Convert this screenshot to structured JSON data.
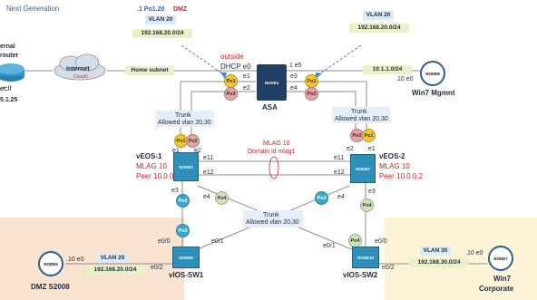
{
  "header": {
    "title": "Next Generation"
  },
  "top_labels": {
    "po": ".1 Po1.20",
    "dmz": "DMZ",
    "vlan20_left": "VLAN 20",
    "subnet_left": "192.168.20.0/24",
    "vlan20_right": "VLAN 20",
    "subnet_right": "192.168.20.0/24"
  },
  "router": {
    "line1": "ernal",
    "line2": "router",
    "line3": "et://",
    "line4": "5.1.25"
  },
  "internet": {
    "name": "Internet",
    "sub": "Cloud0",
    "link": "Home subnet"
  },
  "asa": {
    "name": "ASA",
    "node": "NODE1",
    "outside": "outside",
    "dhcp": "DHCP e0",
    "e1": "e1",
    "e2": "e2",
    "e3": "e3",
    "e4": "e4",
    "e5": ".1 e5"
  },
  "mgmt": {
    "subnet": "10.1.1.0/24",
    "ip": ".10 e0",
    "node": "NODE8",
    "name": "Win7 Mgmnt"
  },
  "ports": {
    "po1": "Po1",
    "po2": "Po2",
    "po3": "Po3",
    "po4": "Po4"
  },
  "trunk_left": {
    "title": "Trunk",
    "vlan": "Allowed vlan 20,30"
  },
  "trunk_right": {
    "title": "Trunk",
    "vlan": "Allowed vlan 20,30"
  },
  "trunk_bottom": {
    "title": "Trunk",
    "vlan": "Allowed vlan 20,30"
  },
  "veos1": {
    "name": "vEOS-1",
    "mlag": "MLAG 10",
    "peer": "Peer 10.0.0.1",
    "node": "NODE3",
    "e1": "e1",
    "e2": "e2",
    "e3": "e3",
    "e4": "e4",
    "e11": "e11",
    "e12": "e12"
  },
  "veos2": {
    "name": "vEOS-2",
    "mlag": "MLAG 10",
    "peer": "Peer 10.0.0.2",
    "node": "NODE2",
    "e1": "e1",
    "e2": "e2",
    "e3": "e3",
    "e4": "e4",
    "e11": "e11",
    "e12": "e12"
  },
  "mlag_mid": {
    "title": "MLAG 10",
    "domain": "Domain id mlag1"
  },
  "sw1": {
    "name": "vIOS-SW1",
    "node": "NODE9",
    "e00": "e0/0",
    "e01": "e0/1",
    "e02": "e0/2"
  },
  "sw2": {
    "name": "vIOS-SW2",
    "node": "NODE10",
    "e00": "e0/0",
    "e01": "e0/1",
    "e02": "e0/2"
  },
  "dmz": {
    "node": "NODE6",
    "ip": ".10 e0",
    "vlan": "VLAN 20",
    "subnet": "192.168.20.0/24",
    "name": "DMZ S2008"
  },
  "corp": {
    "node": "NODE7",
    "ip": ".10 e0",
    "vlan": "VLAN 30",
    "subnet": "192.168.30.0/24",
    "name": "Win7",
    "name2": "Corporate"
  },
  "colors": {
    "dmz_zone": "#fbe3d2",
    "corp_zone": "#fdf3d6",
    "trunk_bg": "#e4eff9",
    "vlan_bg": "#e9f2c6",
    "switch": "#2f8fb8",
    "asa": "#1f3f67",
    "link": "#8a8a8a"
  }
}
